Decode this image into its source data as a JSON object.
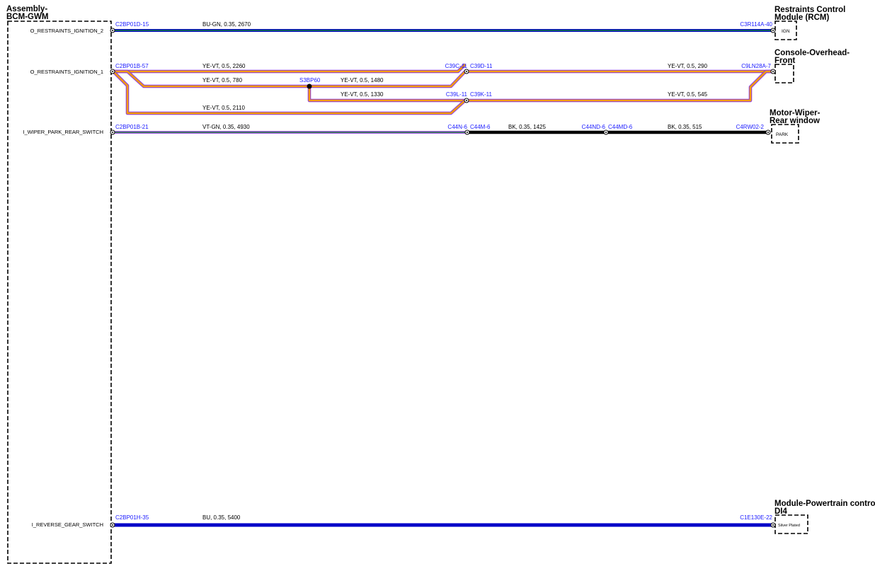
{
  "modules": {
    "bcm": [
      "Assembly-",
      "BCM-GWM"
    ],
    "rcm": [
      "Restraints Control",
      "Module (RCM)"
    ],
    "console": [
      "Console-Overhead-",
      "Front"
    ],
    "wiper": [
      "Motor-Wiper-",
      "Rear window"
    ],
    "pcm": [
      "Module-Powertrain control-",
      "DI4"
    ]
  },
  "signals": {
    "ign2": "O_RESTRAINTS_IGNITION_2",
    "ign1": "O_RESTRAINTS_IGNITION_1",
    "wiper": "I_WIPER_PARK_REAR_SWITCH",
    "reverse": "I_REVERSE_GEAR_SWITCH"
  },
  "pins": {
    "ign": "IGN",
    "park": "PARK",
    "silver": "Silver Plated"
  },
  "connectors": {
    "c2bp01d_15": "C2BP01D-15",
    "c3r114a_40": "C3R114A-40",
    "c2bp01b_57": "C2BP01B-57",
    "c39c_11": "C39C-11",
    "c39d_11": "C39D-11",
    "c9ln28a_7": "C9LN28A-7",
    "s3bp60": "S3BP60",
    "c39l_11": "C39L-11",
    "c39k_11": "C39K-11",
    "c2bp01b_21": "C2BP01B-21",
    "c44n_6": "C44N-6",
    "c44m_6": "C44M-6",
    "c44nd_6": "C44ND-6",
    "c44md_6": "C44MD-6",
    "c4rw02_2": "C4RW02-2",
    "c2bp01h_35": "C2BP01H-35",
    "c1e130e_22": "C1E130E-22"
  },
  "wire_labels": {
    "w_ign2": "BU-GN,  0.35,  2670",
    "w_ign1_a": "YE-VT,  0.5,  2260",
    "w_ign1_b": "YE-VT,  0.5,  780",
    "w_ign1_c": "YE-VT,  0.5,  1480",
    "w_ign1_d": "YE-VT,  0.5,  1330",
    "w_ign1_e": "YE-VT,  0.5,  2110",
    "w_ign1_f": "YE-VT,  0.5,  290",
    "w_ign1_g": "YE-VT,  0.5,  545",
    "w_wiper_a": "VT-GN,  0.35,  4930",
    "w_wiper_b": "BK,  0.35,  1425",
    "w_wiper_c": "BK,  0.35,  515",
    "w_rev": "BU,  0.35,  5400"
  },
  "colors": {
    "yellow": "#f2c200",
    "violet": "#8a2be2",
    "green": "#1e9e1e",
    "blue": "#0000c8",
    "black": "#000000"
  }
}
